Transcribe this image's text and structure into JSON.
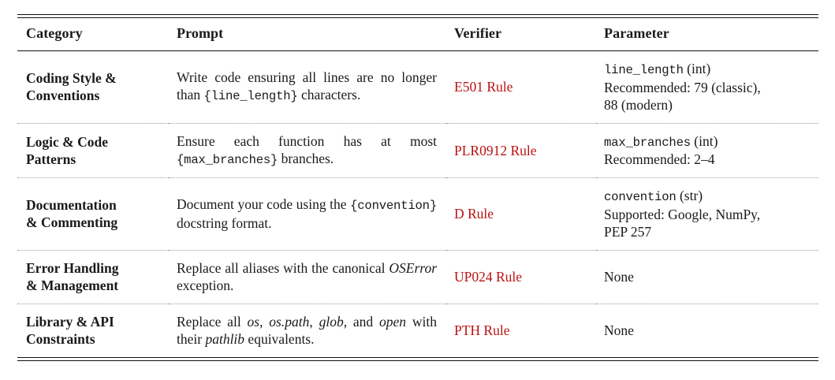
{
  "table": {
    "columns": [
      {
        "key": "category",
        "label": "Category"
      },
      {
        "key": "prompt",
        "label": "Prompt"
      },
      {
        "key": "verifier",
        "label": "Verifier"
      },
      {
        "key": "parameter",
        "label": "Parameter"
      }
    ],
    "accent_color": "#bb1111",
    "rule_color": "#111111",
    "separator_color": "#9a9a9a",
    "rows": [
      {
        "category": "Coding Style & Conventions",
        "category_line1": "Coding Style &",
        "category_line2": "Conventions",
        "prompt_plain": "Write code ensuring all lines are no longer than {line_length} charac-ters.",
        "prompt_segments": [
          {
            "text": "Write code ensuring all lines are no longer than ",
            "style": "normal"
          },
          {
            "text": "{line_length}",
            "style": "mono"
          },
          {
            "text": " characters.",
            "style": "normal"
          }
        ],
        "verifier": "E501 Rule",
        "parameter_plain": "line_length (int) Recommended: 79 (classic), 88 (modern)",
        "parameter_lines": [
          [
            {
              "text": "line_length",
              "style": "mono"
            },
            {
              "text": " (int)",
              "style": "normal"
            }
          ],
          [
            {
              "text": "Recommended: 79 (classic),",
              "style": "normal"
            }
          ],
          [
            {
              "text": "88 (modern)",
              "style": "normal"
            }
          ]
        ]
      },
      {
        "category": "Logic & Code Patterns",
        "category_line1": "Logic & Code",
        "category_line2": "Patterns",
        "prompt_plain": "Ensure each function has at most {max_branches} branches.",
        "prompt_segments": [
          {
            "text": "Ensure each function has at most ",
            "style": "normal"
          },
          {
            "text": "{max_branches}",
            "style": "mono"
          },
          {
            "text": " branches.",
            "style": "normal"
          }
        ],
        "verifier": "PLR0912 Rule",
        "parameter_plain": "max_branches (int) Recommended: 2–4",
        "parameter_lines": [
          [
            {
              "text": "max_branches",
              "style": "mono"
            },
            {
              "text": " (int)",
              "style": "normal"
            }
          ],
          [
            {
              "text": "Recommended: 2–4",
              "style": "normal"
            }
          ]
        ]
      },
      {
        "category": "Documentation & Commenting",
        "category_line1": "Documentation",
        "category_line2": "& Commenting",
        "prompt_plain": "Document your code using the {convention} docstring format.",
        "prompt_segments": [
          {
            "text": "Document your code using the ",
            "style": "normal"
          },
          {
            "text": "{convention}",
            "style": "mono"
          },
          {
            "text": " docstring format.",
            "style": "normal"
          }
        ],
        "verifier": "D Rule",
        "parameter_plain": "convention (str) Supported: Google, NumPy, PEP 257",
        "parameter_lines": [
          [
            {
              "text": "convention",
              "style": "mono"
            },
            {
              "text": " (str)",
              "style": "normal"
            }
          ],
          [
            {
              "text": "Supported: Google, NumPy,",
              "style": "normal"
            }
          ],
          [
            {
              "text": "PEP 257",
              "style": "normal"
            }
          ]
        ]
      },
      {
        "category": "Error Handling & Management",
        "category_line1": "Error Handling",
        "category_line2": "& Management",
        "prompt_plain": "Replace all aliases with the canonical OSError exception.",
        "prompt_segments": [
          {
            "text": "Replace all aliases with the canonical ",
            "style": "normal"
          },
          {
            "text": "OSError",
            "style": "italic"
          },
          {
            "text": " exception.",
            "style": "normal"
          }
        ],
        "verifier": "UP024 Rule",
        "parameter_plain": "None",
        "parameter_lines": [
          [
            {
              "text": "None",
              "style": "normal"
            }
          ]
        ]
      },
      {
        "category": "Library & API Constraints",
        "category_line1": "Library & API",
        "category_line2": "Constraints",
        "prompt_plain": "Replace all os, os.path, glob, and open with their pathlib equivalents.",
        "prompt_segments": [
          {
            "text": "Replace all ",
            "style": "normal"
          },
          {
            "text": "os",
            "style": "italic"
          },
          {
            "text": ", ",
            "style": "normal"
          },
          {
            "text": "os.path",
            "style": "italic"
          },
          {
            "text": ", ",
            "style": "normal"
          },
          {
            "text": "glob",
            "style": "italic"
          },
          {
            "text": ", and ",
            "style": "normal"
          },
          {
            "text": "open",
            "style": "italic"
          },
          {
            "text": " with their ",
            "style": "normal"
          },
          {
            "text": "pathlib",
            "style": "italic"
          },
          {
            "text": " equivalents.",
            "style": "normal"
          }
        ],
        "verifier": "PTH Rule",
        "parameter_plain": "None",
        "parameter_lines": [
          [
            {
              "text": "None",
              "style": "normal"
            }
          ]
        ]
      }
    ]
  }
}
